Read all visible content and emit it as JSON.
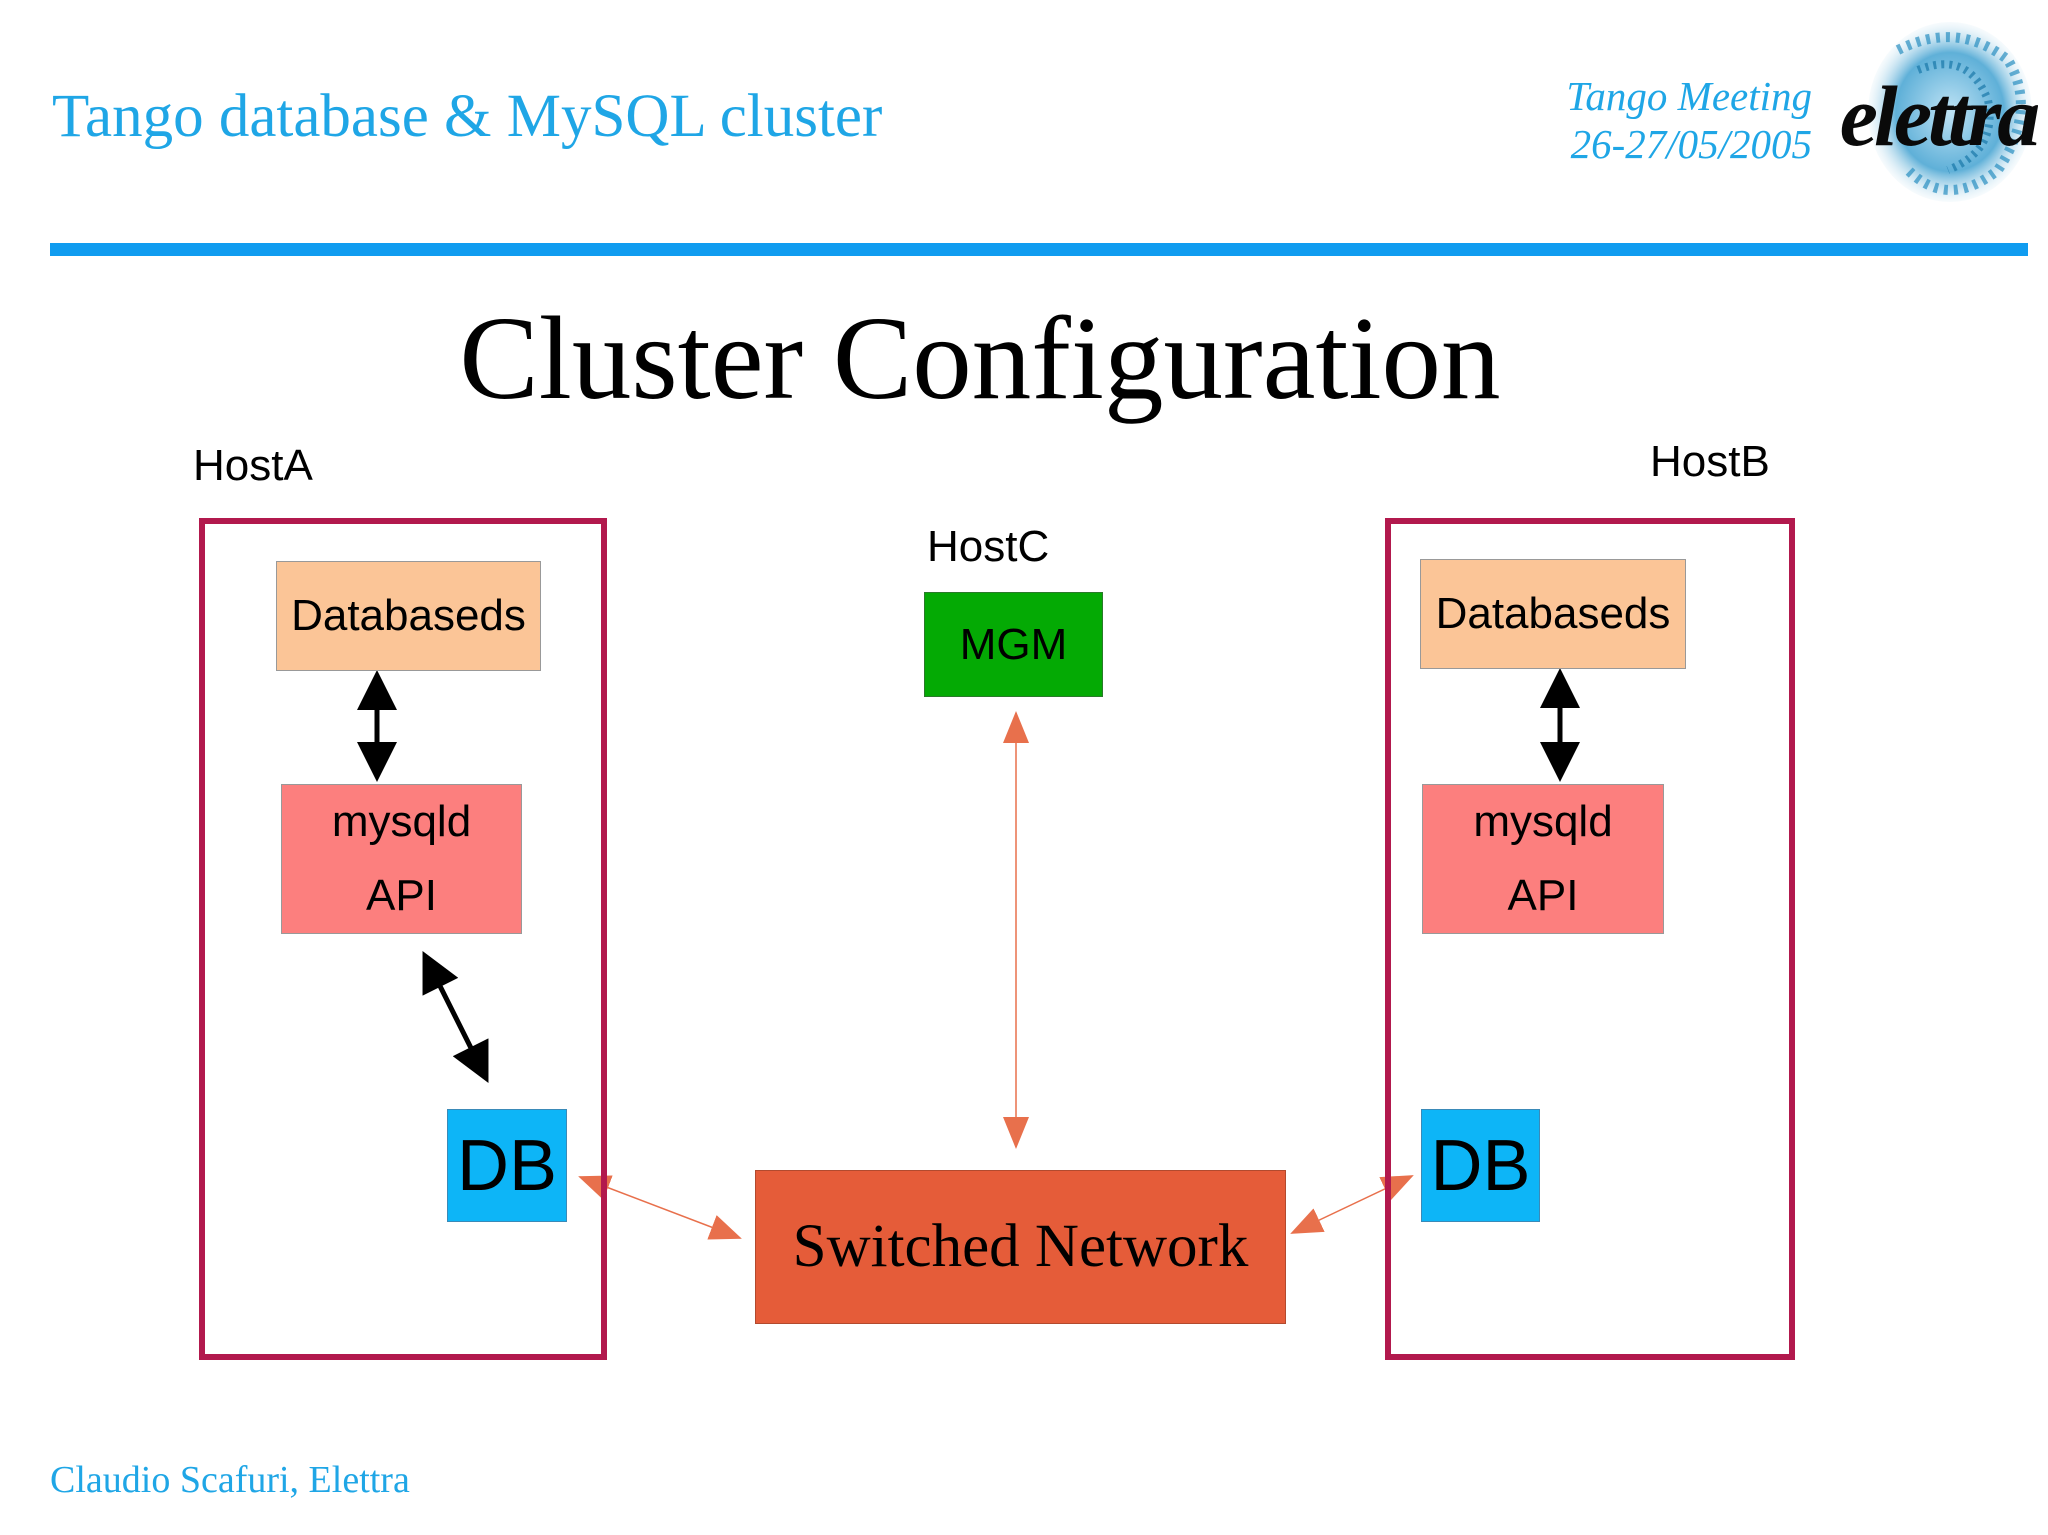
{
  "header": {
    "title": "Tango database & MySQL cluster",
    "meeting_name": "Tango Meeting",
    "meeting_date": "26-27/05/2005",
    "logo_text": "elettra"
  },
  "slide": {
    "title": "Cluster Configuration"
  },
  "diagram": {
    "host_a": {
      "label": "HostA",
      "databaseds": "Databaseds",
      "mysqld_line1": "mysqld",
      "mysqld_line2": "API",
      "db": "DB"
    },
    "host_b": {
      "label": "HostB",
      "databaseds": "Databaseds",
      "mysqld_line1": "mysqld",
      "mysqld_line2": "API",
      "db": "DB"
    },
    "host_c": {
      "label": "HostC",
      "mgm": "MGM"
    },
    "network": "Switched Network"
  },
  "footer": {
    "author": "Claudio Scafuri, Elettra"
  },
  "colors": {
    "accent_blue": "#1fa6e6",
    "rule_blue": "#109cf0",
    "host_frame": "#b2194d",
    "databaseds": "#fbc597",
    "mysqld": "#fc7f7e",
    "db": "#0db5f7",
    "mgm": "#04aa04",
    "network": "#e55c39",
    "link_orange": "#e8704c"
  }
}
